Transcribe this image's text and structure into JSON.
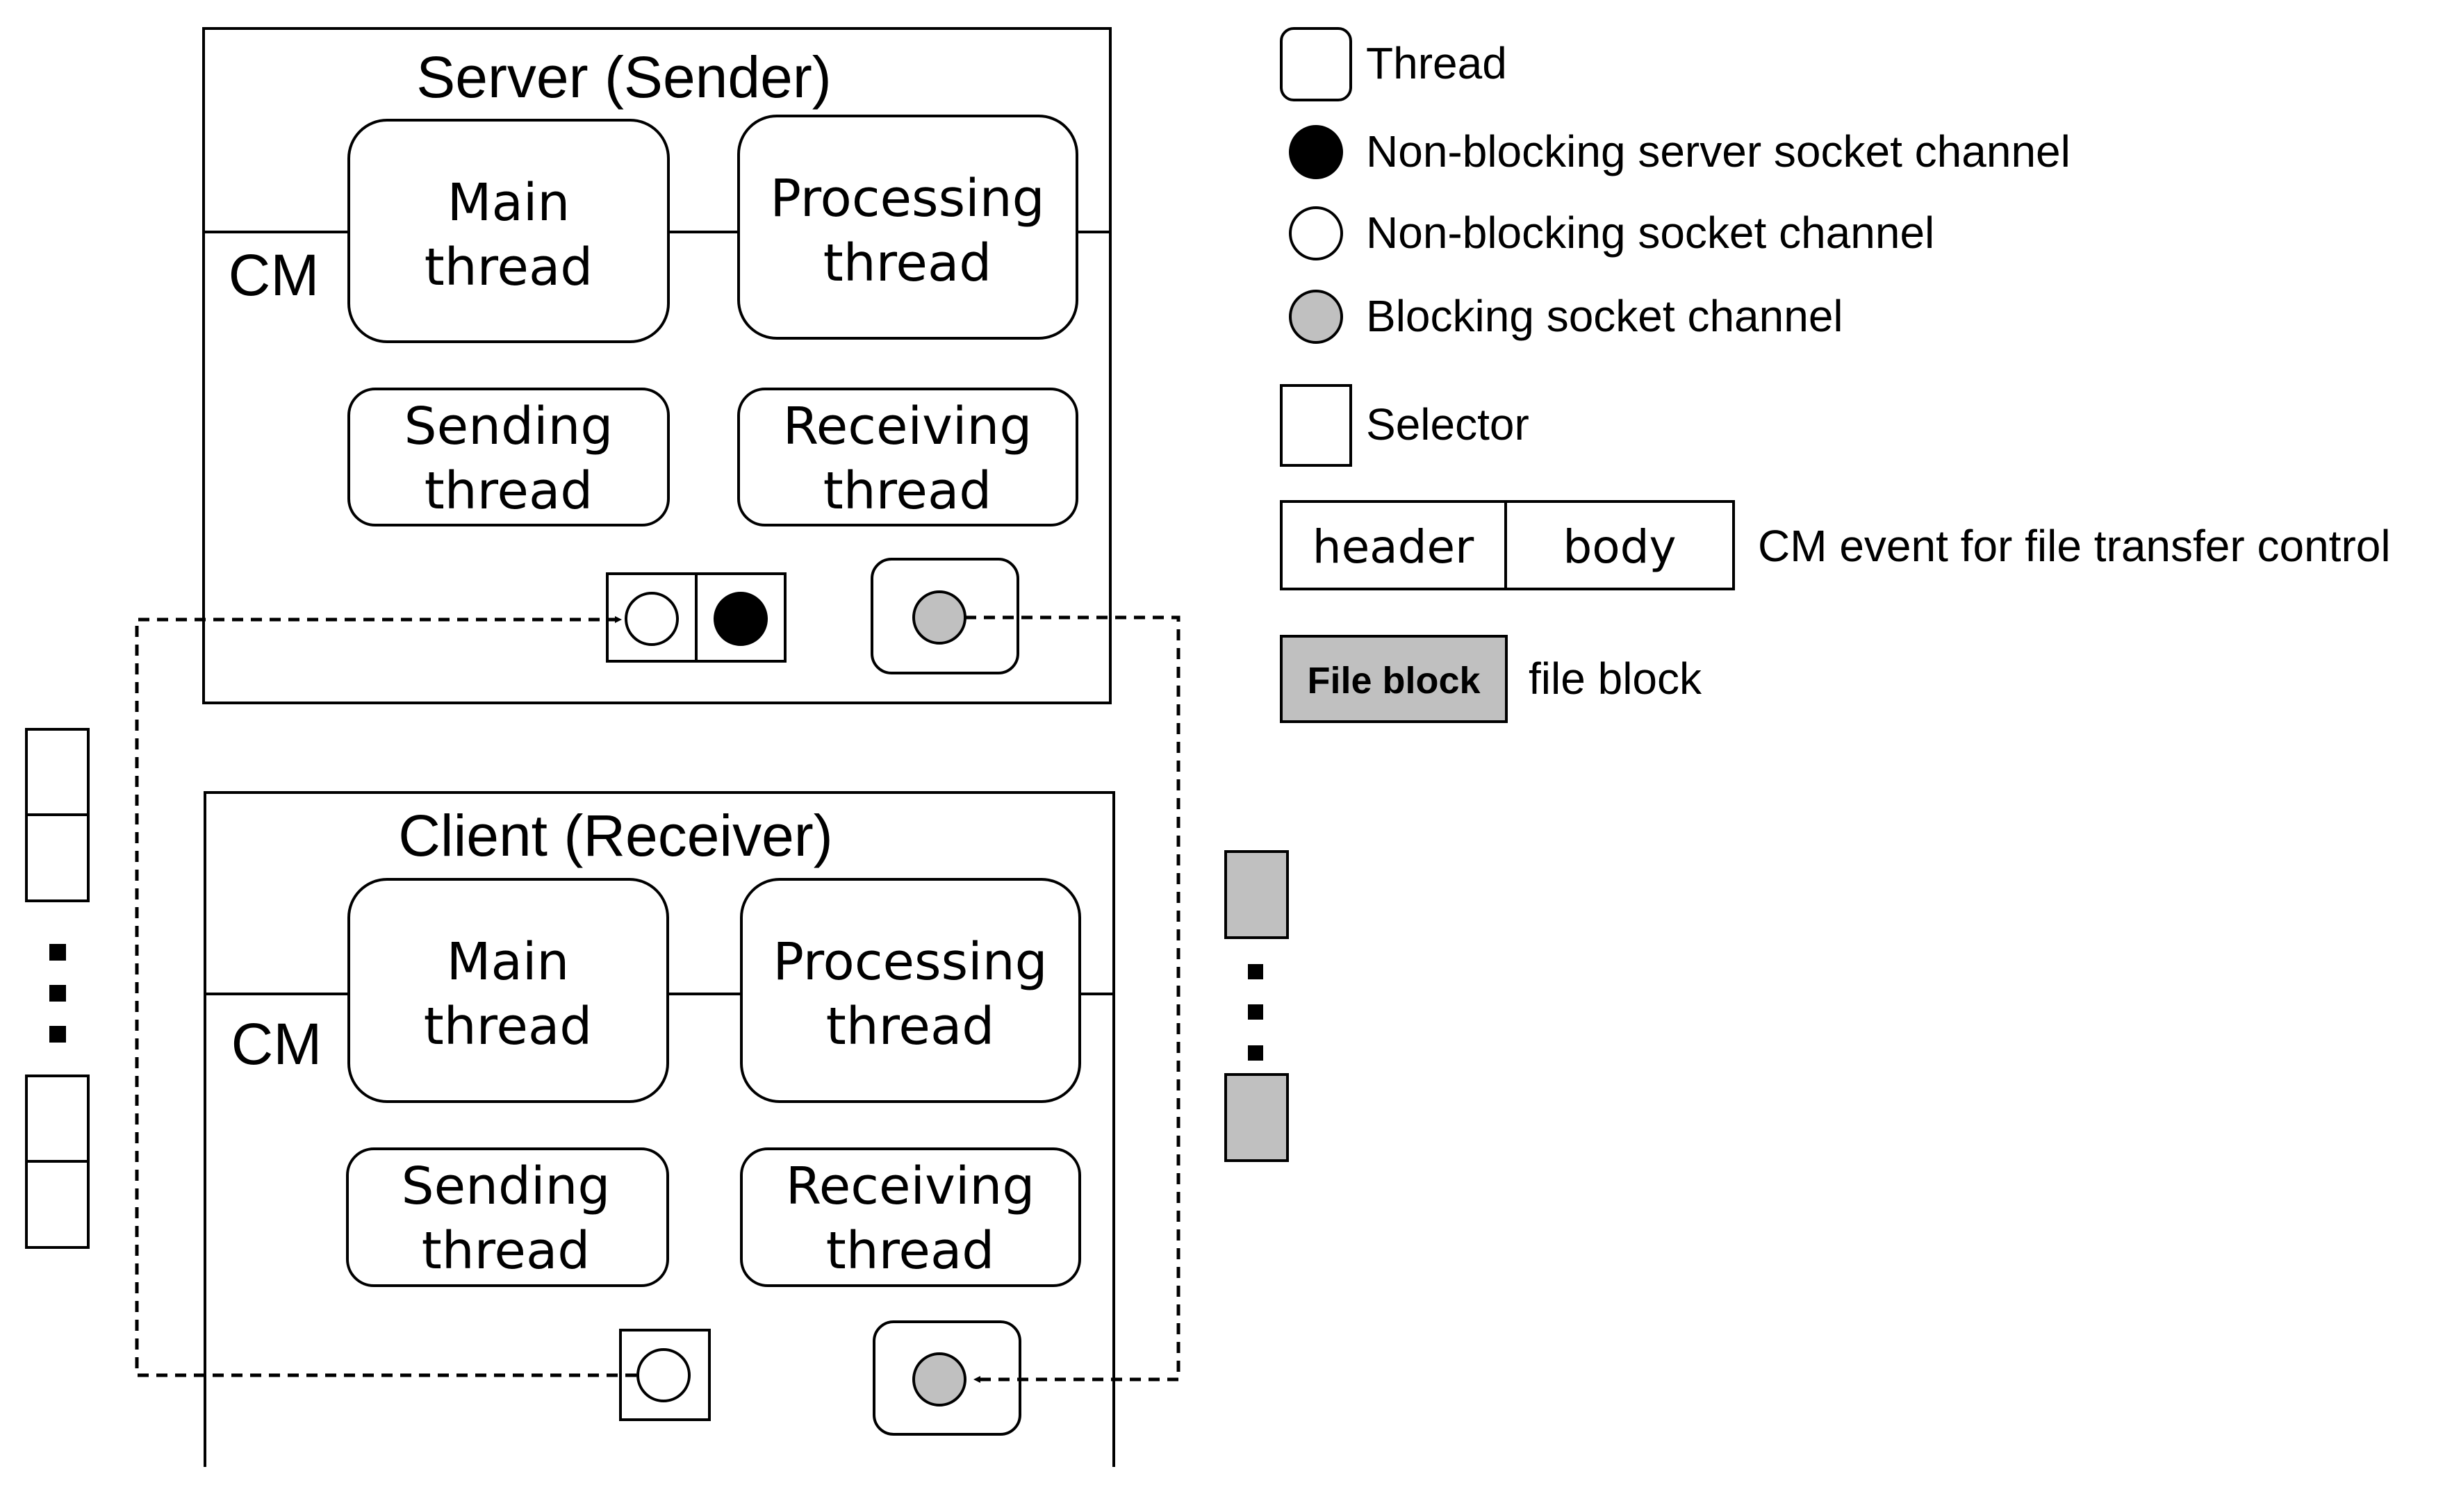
{
  "server": {
    "title": "Server (Sender)",
    "cm_label": "CM",
    "main_thread": [
      "Main",
      "thread"
    ],
    "processing_thread": [
      "Processing",
      "thread"
    ],
    "sending_thread": [
      "Sending",
      "thread"
    ],
    "receiving_thread": [
      "Receiving",
      "thread"
    ]
  },
  "client": {
    "title": "Client (Receiver)",
    "cm_label": "CM",
    "main_thread": [
      "Main",
      "thread"
    ],
    "processing_thread": [
      "Processing",
      "thread"
    ],
    "sending_thread": [
      "Sending",
      "thread"
    ],
    "receiving_thread": [
      "Receiving",
      "thread"
    ]
  },
  "legend": {
    "thread": "Thread",
    "nb_server_socket": "Non-blocking server socket channel",
    "nb_socket": "Non-blocking socket channel",
    "blocking_socket": "Blocking socket channel",
    "selector": "Selector",
    "event_header": "header",
    "event_body": "body",
    "cm_event": "CM event for file transfer control",
    "file_block_label": "File block",
    "file_block": "file block"
  },
  "colors": {
    "stroke": "#000000",
    "fill_white": "#ffffff",
    "fill_black": "#000000",
    "fill_gray": "#c0c0c0"
  }
}
